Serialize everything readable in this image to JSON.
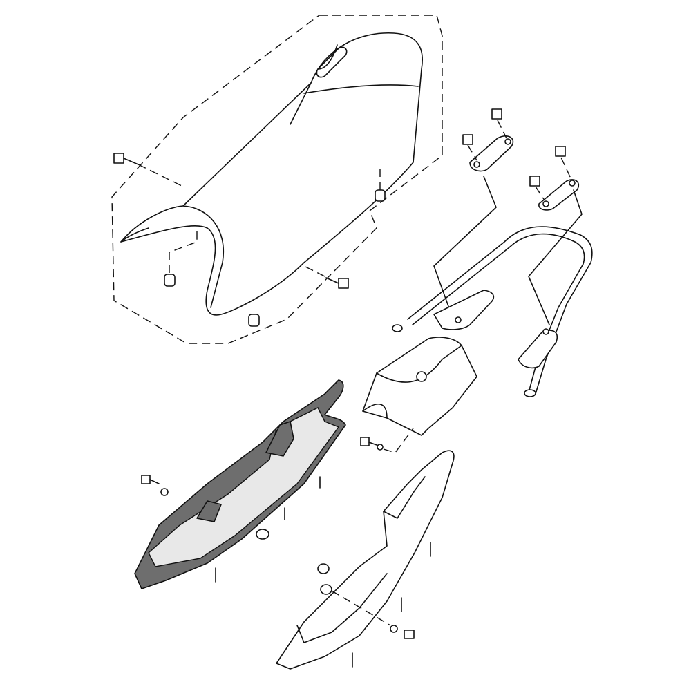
{
  "diagram": {
    "colors": {
      "line": "#111111",
      "shaded_part": "#6e6e6e",
      "inner_panel": "#e8e8e8",
      "background": "#ffffff"
    },
    "parts": [
      "seat",
      "grab-bar",
      "seat-brackets",
      "tail-cover",
      "left-side-cover",
      "right-side-cover",
      "bolts",
      "grommets",
      "screws"
    ]
  }
}
